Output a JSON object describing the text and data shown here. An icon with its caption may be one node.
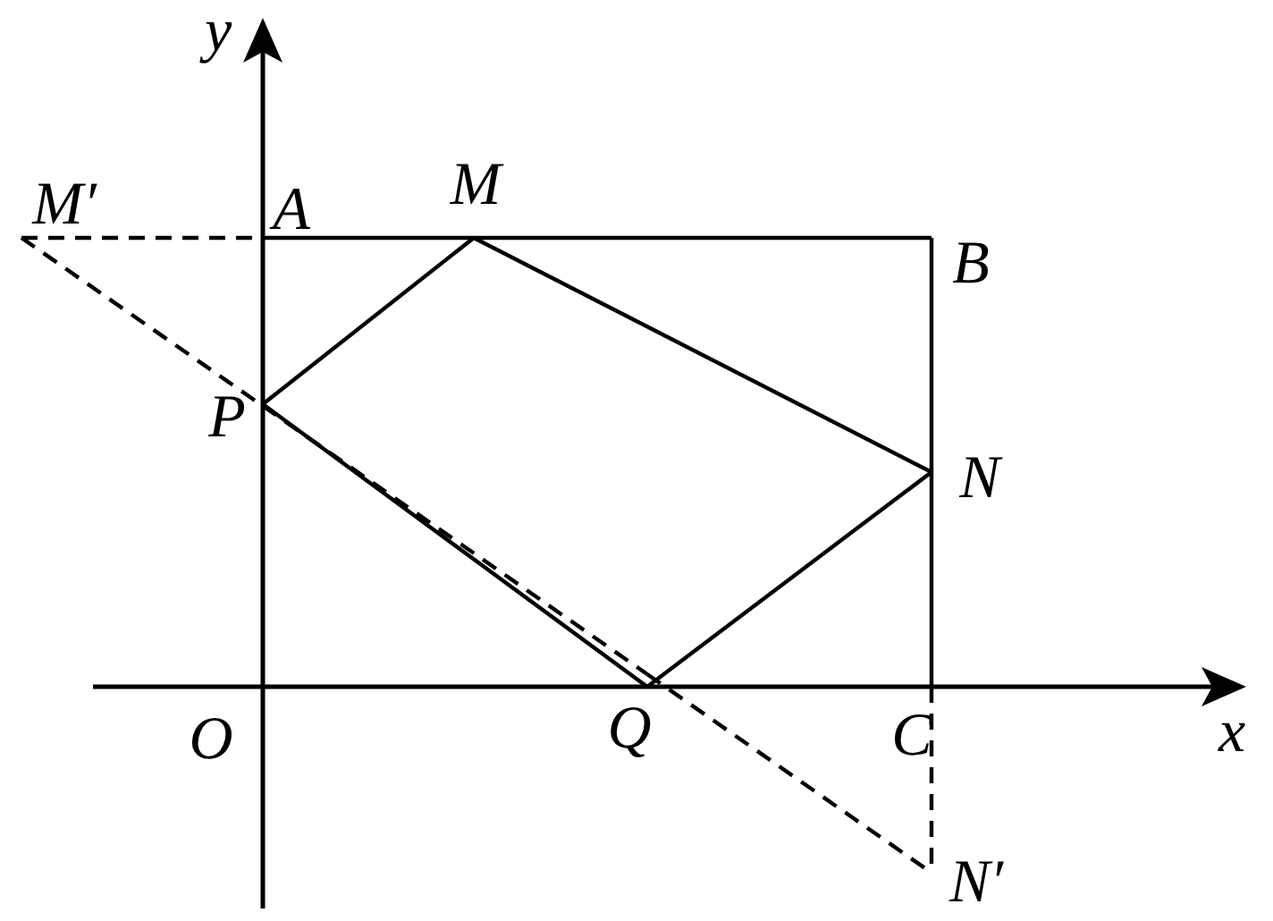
{
  "diagram": {
    "nodes": [
      {
        "text": [
          "M′"
        ]
      },
      {
        "text": [
          "A"
        ]
      },
      {
        "text": [
          "M"
        ]
      },
      {
        "text": [
          "B"
        ]
      },
      {
        "text": [
          "P"
        ]
      },
      {
        "text": [
          "N"
        ]
      },
      {
        "text": [
          "Q"
        ]
      },
      {
        "text": [
          "C"
        ]
      },
      {
        "text": [
          "N′"
        ]
      }
    ],
    "edges": [
      {
        "from": 0,
        "to": 1,
        "arrow": "none",
        "style": "dashed"
      },
      {
        "from": 1,
        "to": 2,
        "arrow": "none"
      },
      {
        "from": 2,
        "to": 3,
        "arrow": "none"
      },
      {
        "from": 3,
        "to": 5,
        "arrow": "none"
      },
      {
        "from": 5,
        "to": 7,
        "arrow": "none"
      },
      {
        "from": 2,
        "to": 5,
        "arrow": "none"
      },
      {
        "from": 5,
        "to": 6,
        "arrow": "none"
      },
      {
        "from": 6,
        "to": 4,
        "arrow": "none"
      },
      {
        "from": 4,
        "to": 2,
        "arrow": "none"
      },
      {
        "from": 0,
        "to": 4,
        "arrow": "none",
        "style": "dashed"
      },
      {
        "from": 4,
        "to": 6,
        "arrow": "none",
        "style": "dashed"
      },
      {
        "from": 6,
        "to": 8,
        "arrow": "none",
        "style": "dashed"
      },
      {
        "from": 7,
        "to": 8,
        "arrow": "none",
        "style": "dashed"
      }
    ],
    "labels": [
      "y",
      "O",
      "x"
    ]
  }
}
